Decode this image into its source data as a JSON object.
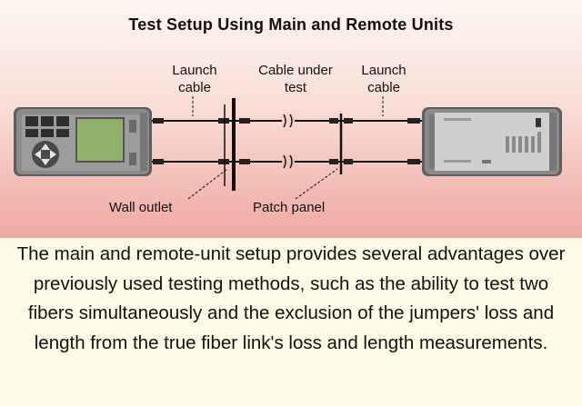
{
  "diagram": {
    "title": "Test Setup Using Main and Remote Units",
    "labels": {
      "launch_cable_left": "Launch cable",
      "cable_under_test": "Cable under test",
      "launch_cable_right": "Launch cable",
      "wall_outlet": "Wall outlet",
      "patch_panel": "Patch panel"
    },
    "colors": {
      "panel_top": "#fdf6f1",
      "panel_bottom": "#efa8a2",
      "device_body": "#8a8a8a",
      "screen": "#8fb06b"
    }
  },
  "caption": {
    "text": "The main and remote-unit setup provides several advantages over previously used testing methods, such as the ability to test two fibers simultaneously and the exclusion of the jumpers' loss and length from the true fiber link's loss and length measurements."
  }
}
